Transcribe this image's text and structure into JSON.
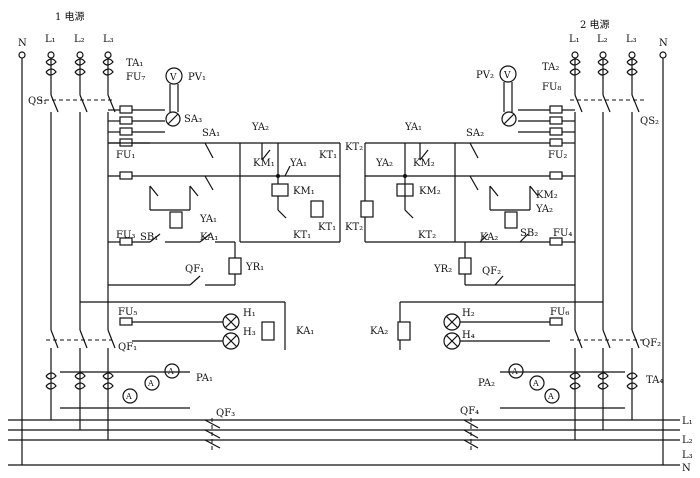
{
  "source1": {
    "title": "1 电源",
    "n": "N",
    "l1": "L₁",
    "l2": "L₂",
    "l3": "L₃",
    "ta": "TA₁",
    "fu_top": "FU₇",
    "pv": "PV₁",
    "qs": "QS₁",
    "sa3": "SA₃",
    "sa1": "SA₁",
    "fu1": "FU₁",
    "fu3": "FU₃",
    "sb1": "SB₁",
    "ka1_contact": "KA₁",
    "qf1_aux": "QF₁",
    "yr1": "YR₁",
    "fu5": "FU₅",
    "h1": "H₁",
    "h3": "H₃",
    "ka1_coil": "KA₁",
    "qf1": "QF₁",
    "pa1": "PA₁",
    "ya1": "YA₁"
  },
  "source2": {
    "title": "2 电源",
    "n": "N",
    "l1": "L₁",
    "l2": "L₂",
    "l3": "L₃",
    "ta": "TA₂",
    "fu_top": "FU₈",
    "pv": "PV₂",
    "qs": "QS₂",
    "sa2": "SA₂",
    "fu2": "FU₂",
    "fu4": "FU₄",
    "sb2": "SB₂",
    "ka2_contact": "KA₂",
    "qf2_aux": "QF₂",
    "yr2": "YR₂",
    "fu6": "FU₆",
    "h2": "H₂",
    "h4": "H₄",
    "ka2_coil": "KA₂",
    "qf2": "QF₂",
    "pa2": "PA₂",
    "ta4": "TA₄",
    "ya2": "YA₂",
    "km2": "KM₂"
  },
  "center1": {
    "ya2": "YA₂",
    "km1": "KM₁",
    "ya1": "YA₁",
    "kt1": "KT₁",
    "km1b": "KM₁",
    "kt1b": "KT₁",
    "kt1c": "KT₁"
  },
  "center2": {
    "kt2": "KT₂",
    "ya1": "YA₁",
    "ya2": "YA₂",
    "km2": "KM₂",
    "km2b": "KM₂",
    "kt2b": "KT₂",
    "kt2c": "KT₂"
  },
  "bus": {
    "qf3": "QF₃",
    "qf4": "QF₄",
    "l1": "L₁",
    "l2": "L₂",
    "l3": "L₃",
    "n": "N"
  },
  "meters": {
    "voltmeter": "V",
    "ammeter": "A"
  }
}
